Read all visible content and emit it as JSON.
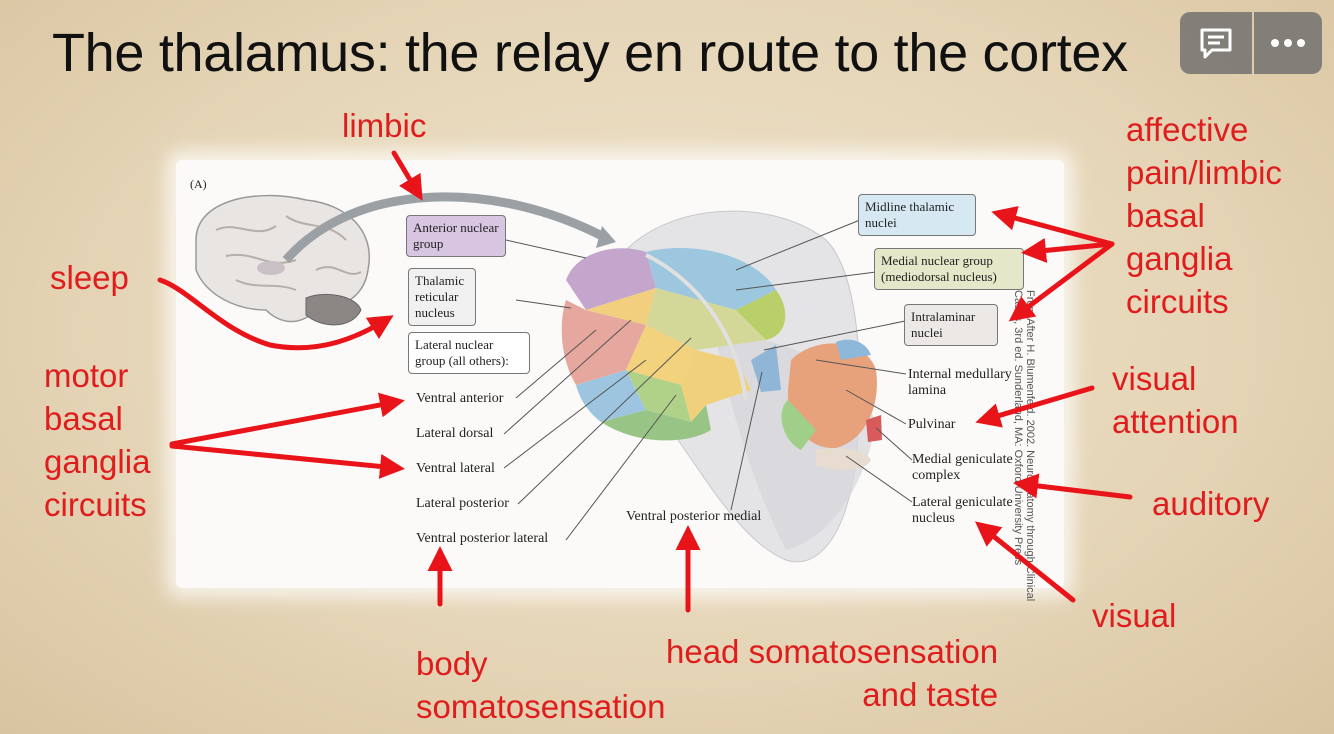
{
  "title": "The thalamus: the relay en route to the cortex",
  "figure": {
    "panel_label": "(A)",
    "boxes": {
      "anterior": "Anterior nuclear group",
      "reticular": "Thalamic reticular nucleus",
      "lateral_group": "Lateral nuclear group (all others):",
      "midline": "Midline thalamic nuclei",
      "medial": "Medial nuclear group (mediodorsal nucleus)",
      "intralaminar": "Intralaminar nuclei"
    },
    "labels": {
      "ventral_anterior": "Ventral anterior",
      "lateral_dorsal": "Lateral dorsal",
      "ventral_lateral": "Ventral lateral",
      "lateral_posterior": "Lateral posterior",
      "ventral_posterior_lateral": "Ventral posterior lateral",
      "ventral_posterior_medial": "Ventral posterior medial",
      "internal_medullary_lamina": "Internal medullary lamina",
      "pulvinar": "Pulvinar",
      "medial_geniculate": "Medial geniculate complex",
      "lateral_geniculate": "Lateral geniculate nucleus"
    },
    "credit_line1": "From After H. Blumenfeld. 2002. Neuroanatomy through Clinical",
    "credit_line2": "Cases, 3rd ed. Sunderland, MA: Oxford University Press"
  },
  "annotations": {
    "limbic": "limbic",
    "sleep": "sleep",
    "motor": "motor\nbasal\nganglia\ncircuits",
    "affective": "affective\npain/limbic\nbasal\nganglia\ncircuits",
    "visual_attention": "visual\nattention",
    "auditory": "auditory",
    "visual": "visual",
    "body": "body\nsomatosensation",
    "head": "head somatosensation\nand taste"
  },
  "controls": {
    "comment_icon": "comment-icon",
    "more_icon": "more-icon"
  },
  "colors": {
    "annotation_red": "#e01d1d",
    "arrow_red": "#e8141a",
    "anterior_box": "#d8c5e2",
    "reticular_box": "#f0f0f0",
    "midline_box": "#d6e8f2",
    "medial_box": "#e5e8c8",
    "intralaminar_box": "#ece8e6"
  }
}
